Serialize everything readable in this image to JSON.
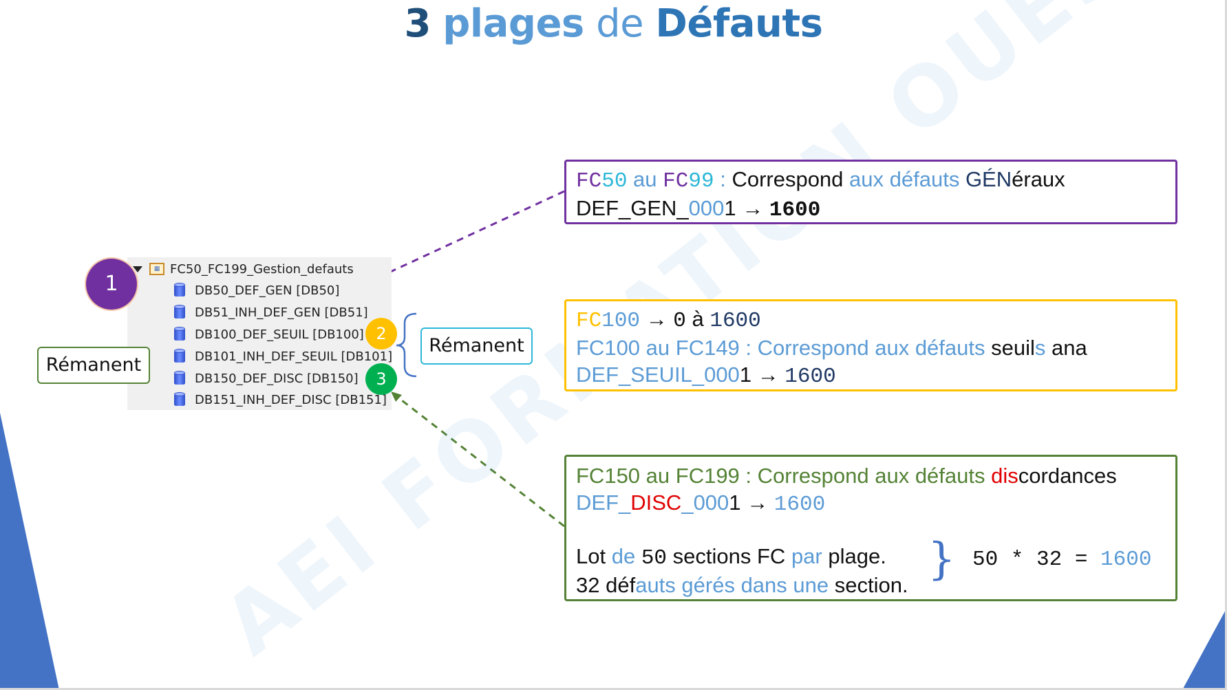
{
  "title": {
    "num": "3",
    "word1": "plages",
    "word2": "de",
    "word3": "Défauts"
  },
  "tree": {
    "folder": "FC50_FC199_Gestion_defauts",
    "items": [
      "DB50_DEF_GEN [DB50]",
      "DB51_INH_DEF_GEN [DB51]",
      "DB100_DEF_SEUIL [DB100]",
      "DB101_INH_DEF_SEUIL [DB101]",
      "DB150_DEF_DISC [DB150]",
      "DB151_INH_DEF_DISC [DB151]"
    ]
  },
  "markers": {
    "one": "1",
    "two": "2",
    "three": "3"
  },
  "tags": {
    "left": "Rémanent",
    "right": "Rémanent"
  },
  "watermark": "AEI FORMATION OUEST",
  "box1": {
    "l1": {
      "a": "FC",
      "b": "50",
      "c": " au ",
      "d": "FC",
      "e": "99",
      "f": " : ",
      "g": "Correspond",
      "h": " aux défauts ",
      "i": "GÉN",
      "j": "éraux"
    },
    "l2": {
      "a": "DEF_GEN_",
      "b": "000",
      "c": "1",
      "d": " → ",
      "e": "1600"
    }
  },
  "box2": {
    "l1": {
      "a": "FC",
      "b": "100",
      "c": " → ",
      "d": "0",
      "e": " à ",
      "f": "1600"
    },
    "l2": {
      "a": "FC100 au FC149 : Correspond aux défauts ",
      "b": "seuil",
      "c": "s",
      "d": " ana"
    },
    "l3": {
      "a": "DEF_SEUIL_",
      "b": "000",
      "c": "1",
      "d": " → ",
      "e": "1600"
    }
  },
  "box3": {
    "l1": {
      "a": "FC150 au FC199 : Correspond aux défauts ",
      "b": "dis",
      "c": "cordances"
    },
    "l2": {
      "a": "DEF_",
      "b": "DISC",
      "c": "_000",
      "d": "1",
      "e": " → ",
      "f": "1600"
    },
    "l3": {
      "a": "Lot",
      "b": " de ",
      "c": "50",
      "d": " sections ",
      "e": "FC",
      "f": " par ",
      "g": "plage."
    },
    "l4": {
      "a": "32 déf",
      "b": "auts gérés dans une",
      "c": " section."
    },
    "calc": {
      "a": "50 * 32 = ",
      "b": "1600"
    }
  },
  "colors": {
    "purple": "#7030a0",
    "yellow": "#ffc000",
    "green": "#548235",
    "cyan": "#2cb7d8",
    "blue": "#5b9bd5",
    "red": "#e00000"
  }
}
